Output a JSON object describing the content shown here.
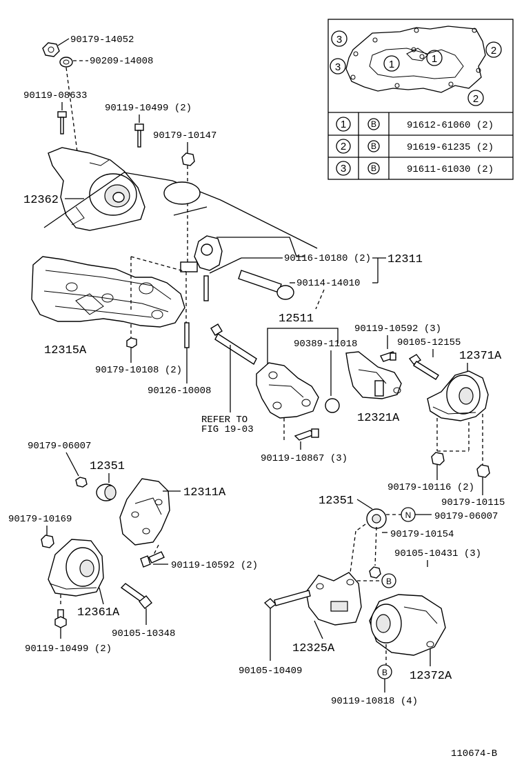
{
  "callouts": {
    "p90179_14052": "90179-14052",
    "p90209_14008": "90209-14008",
    "p90119_08633": "90119-08633",
    "p90119_10499_2_top": "90119-10499 (2)",
    "p90179_10147": "90179-10147",
    "p12362": "12362",
    "p90116_10180": "90116-10180 (2)",
    "p12311": "12311",
    "p90114_14010": "90114-14010",
    "p12511": "12511",
    "p12315A": "12315A",
    "p90179_10108": "90179-10108 (2)",
    "p90126_10008": "90126-10008",
    "p90389_11018": "90389-11018",
    "p90119_10592_3": "90119-10592 (3)",
    "p90105_12155": "90105-12155",
    "p12371A": "12371A",
    "p12321A": "12321A",
    "refer_to": "REFER TO",
    "fig_ref": "FIG 19-03",
    "p90119_10867": "90119-10867 (3)",
    "p90179_06007_left": "90179-06007",
    "p12351_left": "12351",
    "p12311A": "12311A",
    "p90179_10116": "90179-10116 (2)",
    "p90179_10115": "90179-10115",
    "p90179_10169": "90179-10169",
    "p12351_right": "12351",
    "p90179_06007_right": "90179-06007",
    "p90179_10154": "90179-10154",
    "p90119_10592_2": "90119-10592 (2)",
    "p90105_10431": "90105-10431 (3)",
    "p12361A": "12361A",
    "p90105_10348": "90105-10348",
    "p12325A": "12325A",
    "p90119_10499_2_bottom": "90119-10499 (2)",
    "p90105_10409": "90105-10409",
    "p12372A": "12372A",
    "p90119_10818": "90119-10818 (4)"
  },
  "markers": {
    "n": "N",
    "b": "B",
    "one": "1",
    "two": "2",
    "three": "3"
  },
  "inset_table": {
    "rows": [
      {
        "ref": "1",
        "marker": "B",
        "part": "91612-61060 (2)"
      },
      {
        "ref": "2",
        "marker": "B",
        "part": "91619-61235 (2)"
      },
      {
        "ref": "3",
        "marker": "B",
        "part": "91611-61030 (2)"
      }
    ]
  },
  "footer": {
    "code": "110674-B"
  }
}
